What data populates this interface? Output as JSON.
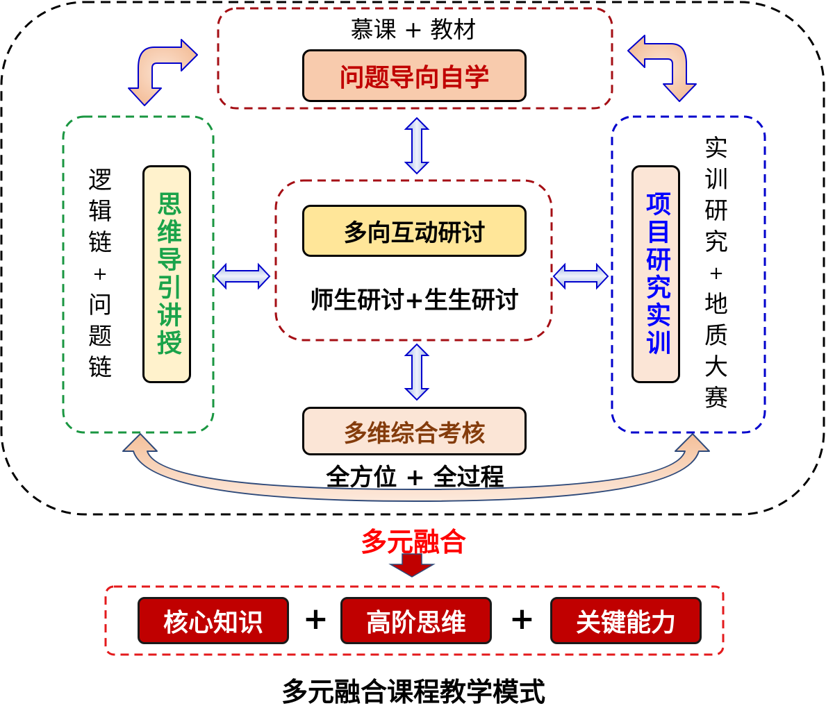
{
  "top_module": {
    "subtitle": "慕课 + 教材",
    "title": "问题导向自学"
  },
  "left_module": {
    "side_label_chars": [
      "逻",
      "辑",
      "链",
      "+",
      "问",
      "题",
      "链"
    ],
    "side_label": "逻辑链+问题链",
    "title": "思维导引讲授"
  },
  "center_module": {
    "title": "多向互动研讨",
    "subtitle": "师生研讨+生生研讨"
  },
  "right_module": {
    "side_label_chars": [
      "实",
      "训",
      "研",
      "究",
      "+",
      "地",
      "质",
      "大",
      "赛"
    ],
    "side_label": "实训研究+地质大赛",
    "title": "项目研究实训"
  },
  "bottom_module": {
    "title": "多维综合考核",
    "subtitle": "全方位 + 全过程"
  },
  "fusion_label": "多元融合",
  "outcomes": {
    "items": [
      "核心知识",
      "高阶思维",
      "关键能力"
    ],
    "separator": "+"
  },
  "caption": "多元融合课程教学模式",
  "colors": {
    "outer_border": "#000000",
    "top_border": "#a50f15",
    "left_border": "#1a9641",
    "right_border": "#0000cc",
    "center_border": "#a50f15",
    "outcome_border": "#e31a1c",
    "top_fill": "#f8cbad",
    "top_text": "#c00000",
    "left_fill": "#fff2cc",
    "left_text": "#1aa34a",
    "center_fill": "#ffe699",
    "right_fill": "#fbe5d6",
    "right_text": "#0000ff",
    "bottom_fill": "#fbe5d6",
    "bottom_text": "#843c0c",
    "fusion_text": "#ff0000",
    "outcome_fill": "#c00000",
    "arrow_fill": "#f4c7a5",
    "arrow_stroke": "#0000cc",
    "double_arrow_fill": "#c9d5ef"
  }
}
